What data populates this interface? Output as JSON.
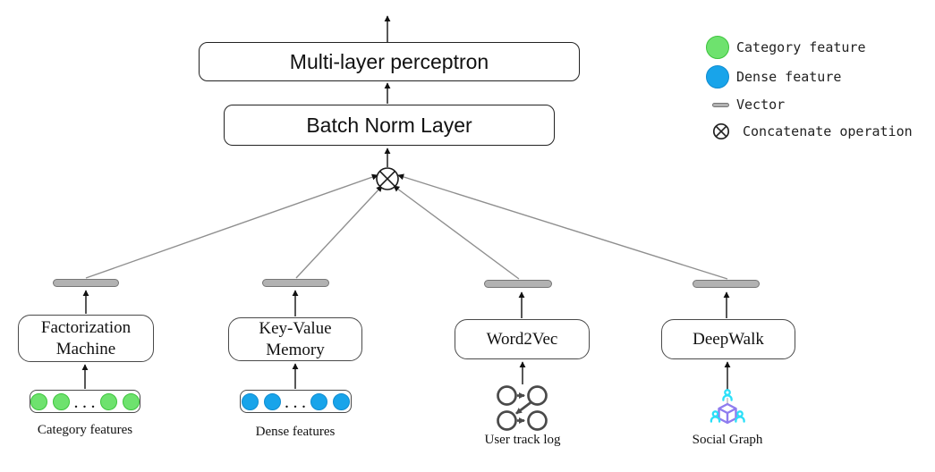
{
  "colors": {
    "category_green": "#6EE26E",
    "category_green_border": "#3CC43C",
    "dense_blue": "#18A4EA",
    "dense_blue_border": "#0F8CD0",
    "vector_gray": "#B2B2B2",
    "connector_gray": "#8F8F8F",
    "cube_purple": "#8F7CEF",
    "person_cyan": "#2BDFF8"
  },
  "stack": {
    "mlp_label": "Multi-layer perceptron",
    "batch_norm_label": "Batch Norm Layer",
    "concat_icon": "concatenate-operation-icon"
  },
  "branches": {
    "fm": {
      "box_label": "Factorization\nMachine",
      "input_label": "Category features",
      "dots": ". . .",
      "input_icon": "category-feature-dots"
    },
    "kv": {
      "box_label": "Key-Value\nMemory",
      "input_label": "Dense features",
      "dots": ". . .",
      "input_icon": "dense-feature-dots"
    },
    "w2v": {
      "box_label": "Word2Vec",
      "input_label": "User track log",
      "input_icon": "user-track-log-icon"
    },
    "dw": {
      "box_label": "DeepWalk",
      "input_label": "Social Graph",
      "input_icon": "social-graph-icon"
    }
  },
  "legend": {
    "category": {
      "label": "Category feature",
      "icon": "category-feature-dot"
    },
    "dense": {
      "label": "Dense feature",
      "icon": "dense-feature-dot"
    },
    "vector": {
      "label": "Vector",
      "icon": "vector-bar-icon"
    },
    "concat": {
      "label": "Concatenate operation",
      "icon": "concatenate-operation-icon"
    }
  }
}
